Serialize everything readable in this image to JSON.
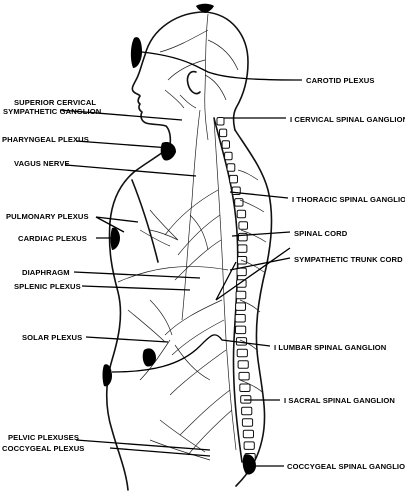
{
  "labels": {
    "carotid_plexus": "CAROTID PLEXUS",
    "superior_cervical_1": "SUPERIOR CERVICAL",
    "superior_cervical_2": "SYMPATHETIC GANGLION",
    "cervical_spinal_ganglion": "I CERVICAL SPINAL GANGLION",
    "pharyngeal_plexus": "PHARYNGEAL PLEXUS",
    "vagus_nerve": "VAGUS NERVE",
    "thoracic_spinal_ganglion": "I THORACIC SPINAL GANGLION",
    "pulmonary_plexus": "PULMONARY PLEXUS",
    "cardiac_plexus": "CARDIAC PLEXUS",
    "spinal_cord": "SPINAL CORD",
    "sympathetic_trunk_cord": "SYMPATHETIC TRUNK CORD",
    "diaphragm": "DIAPHRAGM",
    "splenic_plexus": "SPLENIC PLEXUS",
    "solar_plexus": "SOLAR PLEXUS",
    "lumbar_spinal_ganglion": "I LUMBAR SPINAL GANGLION",
    "sacral_spinal_ganglion": "I SACRAL SPINAL GANGLION",
    "pelvic_plexuses": "PELVIC PLEXUSES",
    "coccygeal_plexus": "COCCYGEAL PLEXUS",
    "coccygeal_spinal_ganglion": "COCCYGEAL SPINAL GANGLION"
  },
  "colors": {
    "ink": "#000000",
    "background": "#ffffff"
  }
}
